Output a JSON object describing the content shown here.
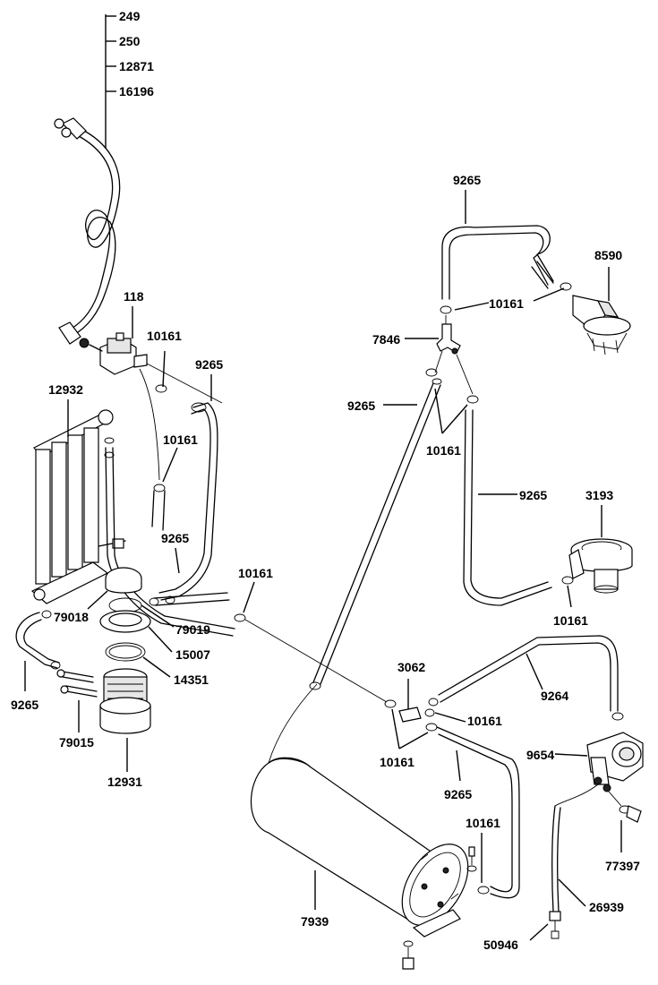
{
  "diagram": {
    "labels": {
      "p249": "249",
      "p250": "250",
      "p12871": "12871",
      "p16196": "16196",
      "p118": "118",
      "p10161_a": "10161",
      "p9265_a": "9265",
      "p12932": "12932",
      "p10161_b": "10161",
      "p9265_b": "9265",
      "p10161_c": "10161",
      "p79018": "79018",
      "p79019": "79019",
      "p15007": "15007",
      "p14351": "14351",
      "p9265_c": "9265",
      "p79015": "79015",
      "p12931": "12931",
      "p9265_top": "9265",
      "p8590": "8590",
      "p10161_top": "10161",
      "p7846": "7846",
      "p9265_d": "9265",
      "p10161_d": "10161",
      "p9265_e": "9265",
      "p3193": "3193",
      "p10161_e": "10161",
      "p3062": "3062",
      "p9264": "9264",
      "p10161_f": "10161",
      "p10161_g": "10161",
      "p9654": "9654",
      "p9265_f": "9265",
      "p10161_h": "10161",
      "p77397": "77397",
      "p7939": "7939",
      "p26939": "26939",
      "p50946": "50946"
    }
  }
}
